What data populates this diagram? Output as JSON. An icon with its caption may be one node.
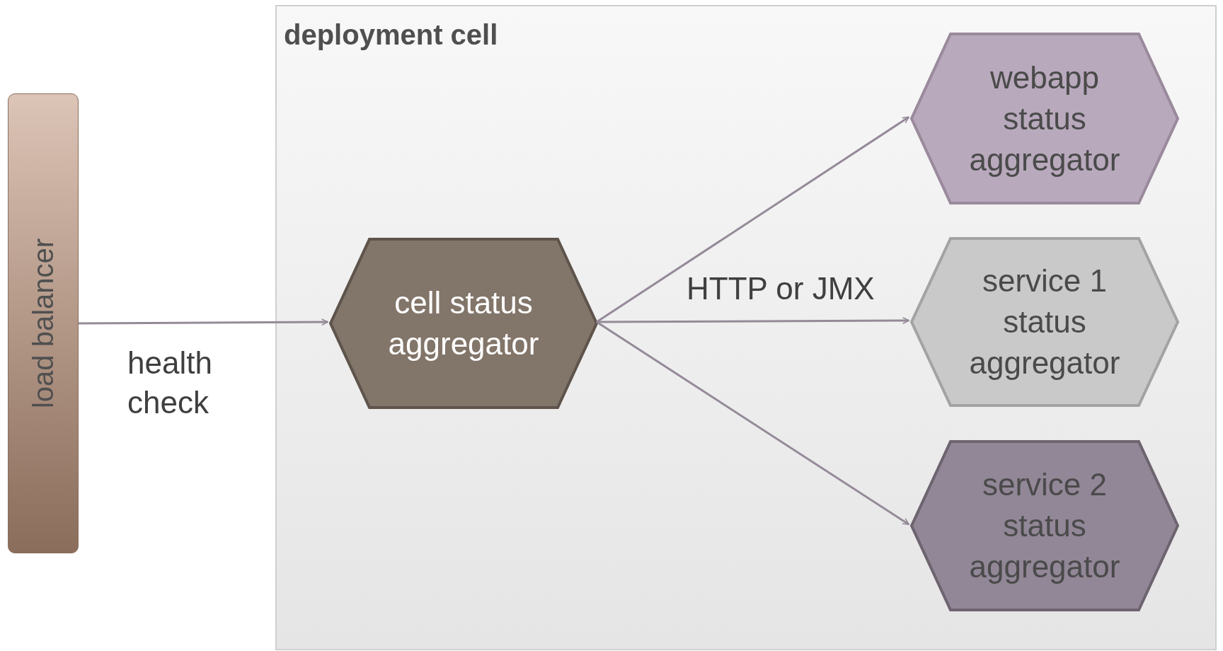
{
  "diagram": {
    "nodes": [
      {
        "text": [
          "load balancer"
        ]
      },
      {
        "text": [
          "deployment cell"
        ]
      },
      {
        "text": [
          "cell status aggregator"
        ],
        "in": 1
      },
      {
        "text": [
          "webapp status aggregator"
        ],
        "in": 1
      },
      {
        "text": [
          "service 1 status aggregator"
        ],
        "in": 1
      },
      {
        "text": [
          "service 2 status aggregator"
        ],
        "in": 1
      }
    ],
    "edges": [
      {
        "from": 0,
        "to": 2,
        "arrow": "to",
        "label": "health check"
      },
      {
        "from": 2,
        "to": 3,
        "arrow": "to"
      },
      {
        "from": 2,
        "to": 4,
        "arrow": "to",
        "label": "HTTP or JMX"
      },
      {
        "from": 2,
        "to": 5,
        "arrow": "to"
      }
    ]
  }
}
